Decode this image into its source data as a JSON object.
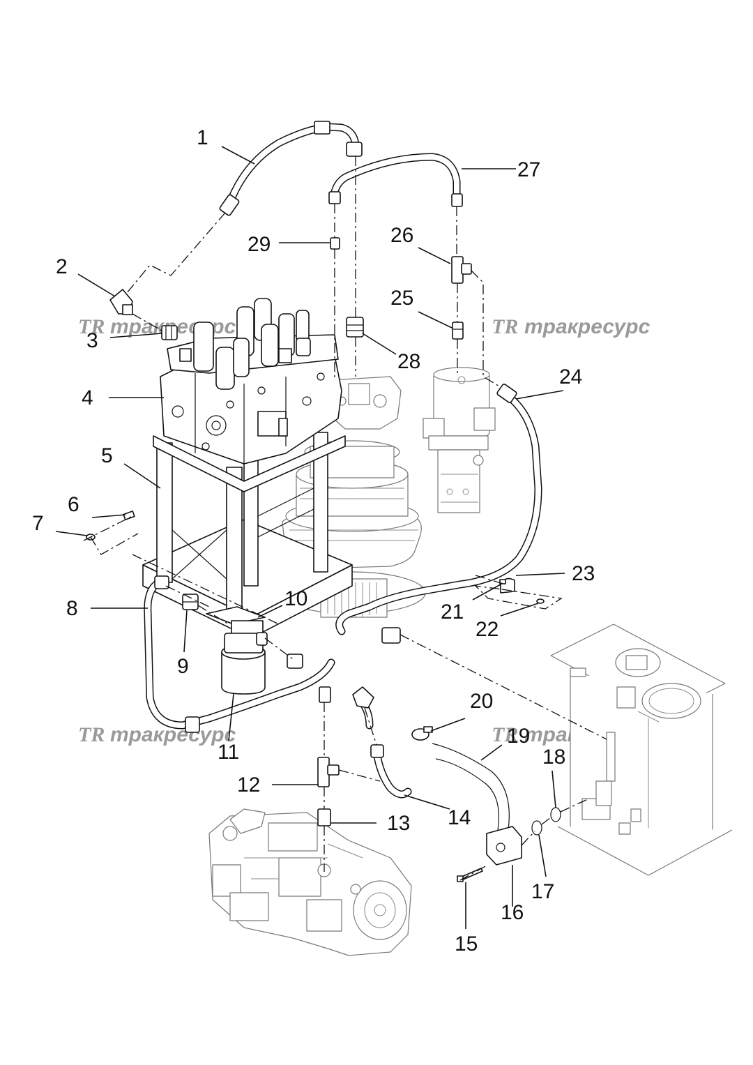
{
  "watermark": {
    "logo": "TR",
    "text": "тракресурс"
  },
  "callouts": [
    "1",
    "2",
    "3",
    "4",
    "5",
    "6",
    "7",
    "8",
    "9",
    "10",
    "11",
    "12",
    "13",
    "14",
    "15",
    "16",
    "17",
    "18",
    "19",
    "20",
    "21",
    "22",
    "23",
    "24",
    "25",
    "26",
    "27",
    "28",
    "29"
  ],
  "parts": {
    "hose_1": "hose",
    "elbow_2": "elbow",
    "adapter_3": "adapter",
    "control_valve_4": "control valve",
    "bracket_5": "bracket",
    "bolt_6": "bolt",
    "washer_7": "washer",
    "hose_8": "hose",
    "adapter_9": "adapter",
    "bracket_10": "bracket",
    "filter_11": "filter",
    "tee_12": "tee",
    "adapter_13": "adapter",
    "pipe_14": "pipe",
    "bolt_15": "bolt",
    "flange_16": "flange",
    "o_ring_17": "o-ring",
    "o_ring_18": "o-ring",
    "hose_19": "hose",
    "clamp_20": "clamp",
    "bolt_21": "bolt",
    "washer_22": "washer",
    "clamp_23": "clamp",
    "hose_24": "hose",
    "adapter_25": "adapter",
    "tee_26": "tee",
    "hose_27": "hose",
    "adapter_28": "adapter",
    "adapter_29": "adapter"
  }
}
